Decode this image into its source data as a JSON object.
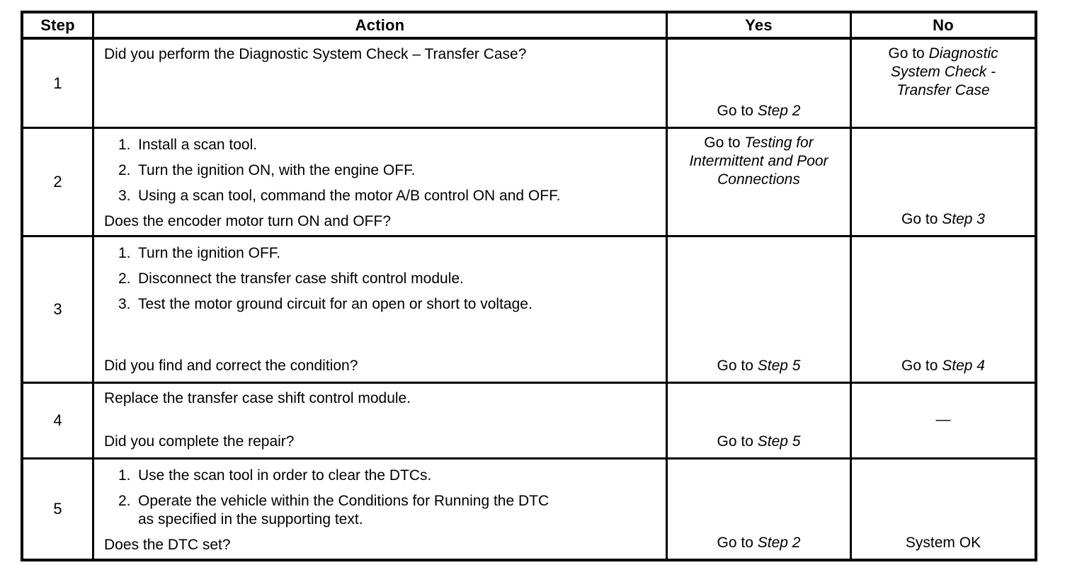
{
  "header": {
    "step": "Step",
    "action": "Action",
    "yes": "Yes",
    "no": "No"
  },
  "rows": [
    {
      "step": "1",
      "action": {
        "lead": "Did you perform the Diagnostic System Check – Transfer Case?"
      },
      "yes": {
        "pre": "Go to ",
        "ref": "Step 2"
      },
      "no": {
        "pre": "Go to ",
        "ref": "Diagnostic System Check - Transfer Case"
      }
    },
    {
      "step": "2",
      "action": {
        "items": [
          {
            "n": "1.",
            "t": "Install a scan tool."
          },
          {
            "n": "2.",
            "t": "Turn the ignition ON, with the engine OFF."
          },
          {
            "n": "3.",
            "t": "Using a scan tool, command the motor A/B control ON and OFF."
          }
        ],
        "question": "Does the encoder motor turn ON and OFF?"
      },
      "yes": {
        "pre": "Go to ",
        "ref": "Testing for Intermittent and Poor Connections"
      },
      "no": {
        "pre": "Go to ",
        "ref": "Step 3"
      }
    },
    {
      "step": "3",
      "action": {
        "items": [
          {
            "n": "1.",
            "t": "Turn the ignition OFF."
          },
          {
            "n": "2.",
            "t": "Disconnect the transfer case shift control module."
          },
          {
            "n": "3.",
            "t": "Test the motor ground circuit for an open or short to voltage."
          }
        ],
        "question": "Did you find and correct the condition?"
      },
      "yes": {
        "pre": "Go to ",
        "ref": "Step 5"
      },
      "no": {
        "pre": "Go to ",
        "ref": "Step 4"
      }
    },
    {
      "step": "4",
      "action": {
        "lead": "Replace the transfer case shift control module.",
        "question": "Did you complete the repair?"
      },
      "yes": {
        "pre": "Go to ",
        "ref": "Step 5"
      },
      "no": {
        "text": "—"
      }
    },
    {
      "step": "5",
      "action": {
        "items": [
          {
            "n": "1.",
            "t": "Use the scan tool in order to clear the DTCs."
          },
          {
            "n": "2.",
            "t": "Operate the vehicle within the Conditions for Running the DTC",
            "t2": "as specified in the supporting text."
          }
        ],
        "question": "Does the DTC set?"
      },
      "yes": {
        "pre": "Go to ",
        "ref": "Step 2"
      },
      "no": {
        "text": "System OK"
      }
    }
  ]
}
